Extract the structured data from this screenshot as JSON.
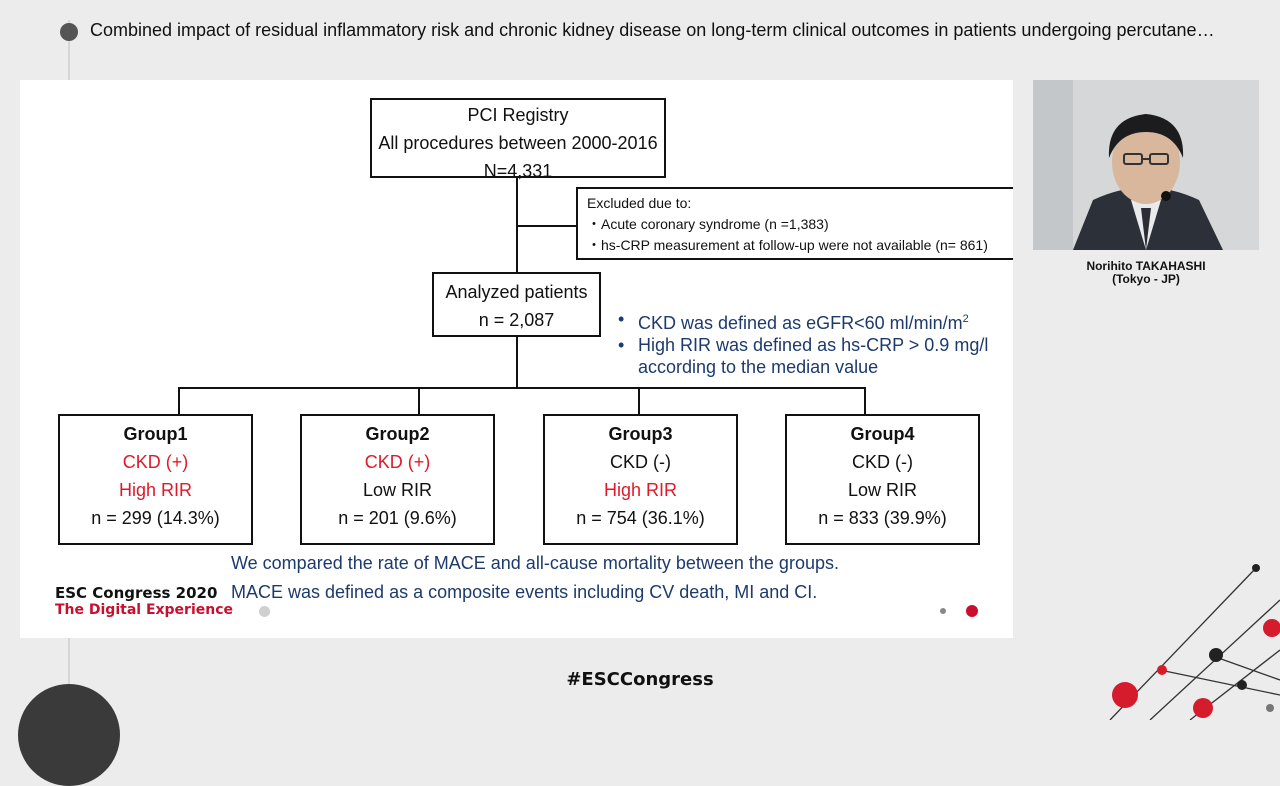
{
  "header": {
    "session_title": "Combined impact of residual inflammatory risk and chronic kidney disease on long-term clinical outcomes in patients undergoing percutane…"
  },
  "slide": {
    "registry": {
      "line1": "PCI Registry",
      "line2": "All procedures between 2000-2016",
      "line3": "N=4,331"
    },
    "excluded": {
      "heading": "Excluded due to:",
      "items": [
        "・Acute coronary syndrome (n =1,383)",
        "・hs-CRP measurement at follow-up were not available (n= 861)"
      ]
    },
    "analyzed": {
      "line1": "Analyzed patients",
      "line2": "n = 2,087"
    },
    "criteria": {
      "item1": "CKD was defined as eGFR<60 ml/min/m",
      "item1_sup": "2",
      "item2_line1": "High RIR was defined as hs-CRP > 0.9 mg/l",
      "item2_line2": "according to the median value",
      "bullet": "•"
    },
    "groups": [
      {
        "name": "Group1",
        "ckd": "CKD (+)",
        "rir": "High RIR",
        "n": "n = 299 (14.3%)"
      },
      {
        "name": "Group2",
        "ckd": "CKD (+)",
        "rir": "Low RIR",
        "n": "n = 201 (9.6%)"
      },
      {
        "name": "Group3",
        "ckd": "CKD (-)",
        "rir": "High RIR",
        "n": "n = 754 (36.1%)"
      },
      {
        "name": "Group4",
        "ckd": "CKD (-)",
        "rir": "Low RIR",
        "n": "n = 833 (39.9%)"
      }
    ],
    "compare_text": "We compared the rate of MACE and all-cause mortality between the groups.",
    "mace_text": "MACE was defined as a composite events including CV death, MI and CI.",
    "logo": {
      "line1": "ESC Congress 2020",
      "line2": "The Digital Experience"
    }
  },
  "speaker": {
    "name": "Norihito TAKAHASHI",
    "affiliation": "(Tokyo - JP)"
  },
  "footer": {
    "hashtag": "#ESCCongress"
  },
  "colors": {
    "accent_red": "#e0192a",
    "text_blue": "#1d3a6d",
    "esc_red": "#c8102e"
  }
}
